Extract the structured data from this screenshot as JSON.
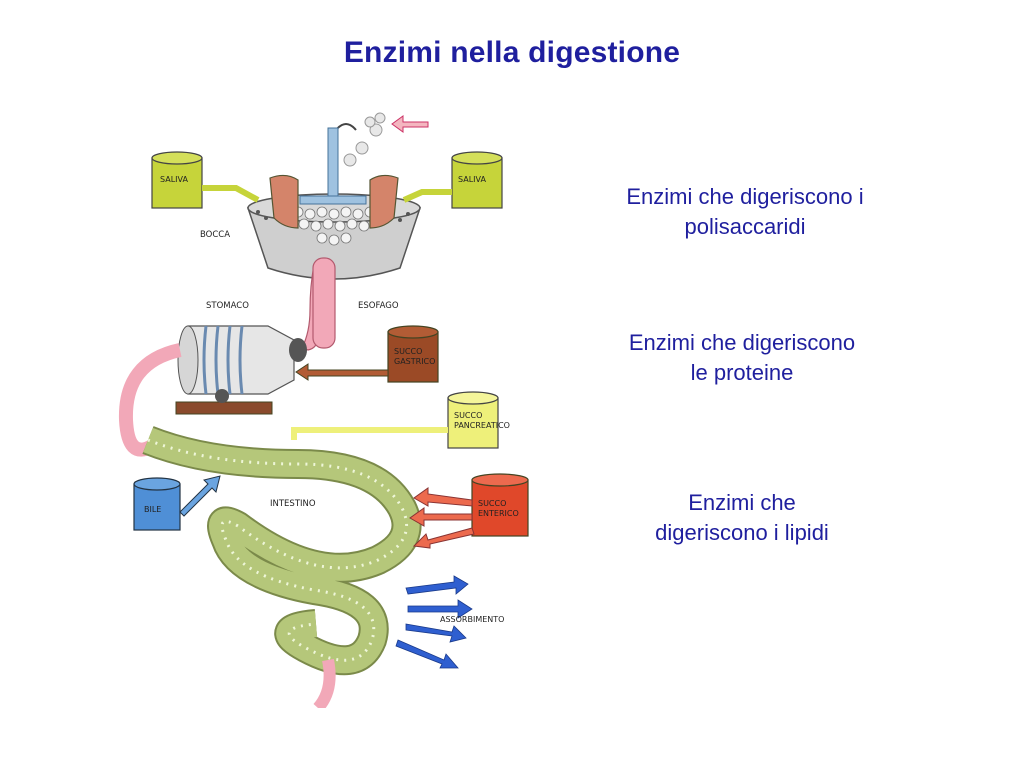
{
  "title": "Enzimi nella digestione",
  "captions": [
    {
      "line1": "Enzimi che digeriscono i",
      "line2": "polisaccaridi"
    },
    {
      "line1": "Enzimi che digeriscono",
      "line2": "le proteine"
    },
    {
      "line1": "Enzimi che",
      "line2": "digeriscono i lipidi"
    }
  ],
  "diagram": {
    "labels": {
      "saliva_left": "SALIVA",
      "saliva_right": "SALIVA",
      "bocca": "BOCCA",
      "stomaco": "STOMACO",
      "esofago": "ESOFAGO",
      "succo_gastrico_1": "SUCCO",
      "succo_gastrico_2": "GASTRICO",
      "succo_pancreatico_1": "SUCCO",
      "succo_pancreatico_2": "PANCREATICO",
      "bile": "BILE",
      "intestino": "INTESTINO",
      "succo_enterico_1": "SUCCO",
      "succo_enterico_2": "ENTERICO",
      "assorbimento": "ASSORBIMENTO"
    }
  },
  "colors": {
    "title": "#1f1f9e",
    "saliva_can": "#c6d43a",
    "gastric_can": "#9b4a26",
    "pancreatic_can": "#eef07a",
    "bile_can": "#4f8fd6",
    "enteric_can": "#e0482a",
    "intestine": "#b5c77a",
    "esophagus": "#f2a8b8",
    "absorption_arrows": "#2f5fd0"
  }
}
